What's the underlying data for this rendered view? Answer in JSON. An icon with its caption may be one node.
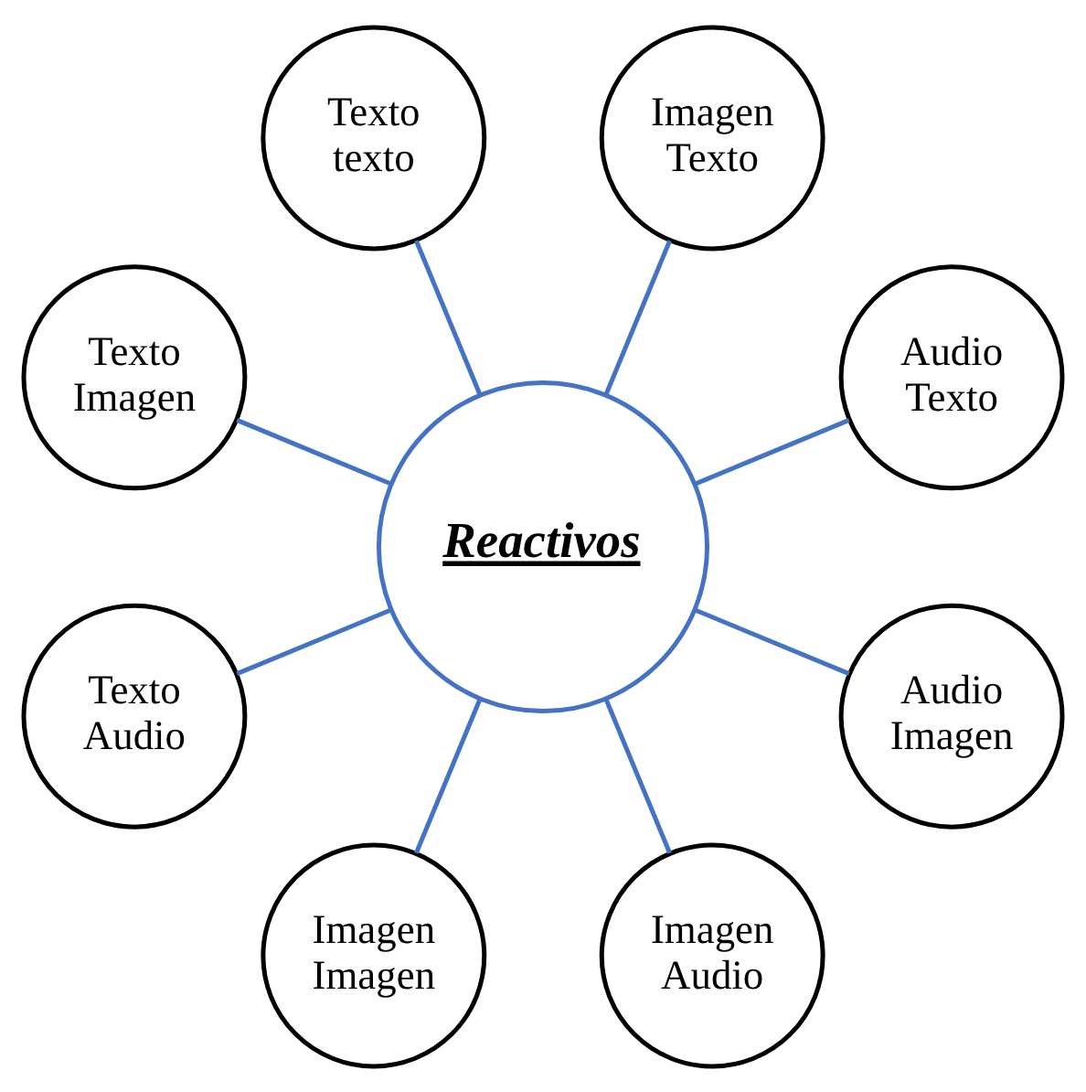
{
  "diagram": {
    "nodes": [
      {
        "text": [
          "Reactivos"
        ]
      },
      {
        "text": [
          "Audio Texto"
        ]
      },
      {
        "text": [
          "Imagen Texto"
        ]
      },
      {
        "text": [
          "Texto texto"
        ]
      },
      {
        "text": [
          "Texto Imagen"
        ]
      },
      {
        "text": [
          "Texto Audio"
        ]
      },
      {
        "text": [
          "Imagen Imagen"
        ]
      },
      {
        "text": [
          "Imagen Audio"
        ]
      },
      {
        "text": [
          "Audio Imagen"
        ]
      }
    ],
    "edges": [
      {
        "from": 0,
        "to": 1,
        "arrow": "none"
      },
      {
        "from": 0,
        "to": 2,
        "arrow": "none"
      },
      {
        "from": 0,
        "to": 3,
        "arrow": "none"
      },
      {
        "from": 0,
        "to": 4,
        "arrow": "none"
      },
      {
        "from": 0,
        "to": 5,
        "arrow": "none"
      },
      {
        "from": 0,
        "to": 6,
        "arrow": "none"
      },
      {
        "from": 0,
        "to": 7,
        "arrow": "none"
      },
      {
        "from": 0,
        "to": 8,
        "arrow": "none"
      }
    ]
  }
}
